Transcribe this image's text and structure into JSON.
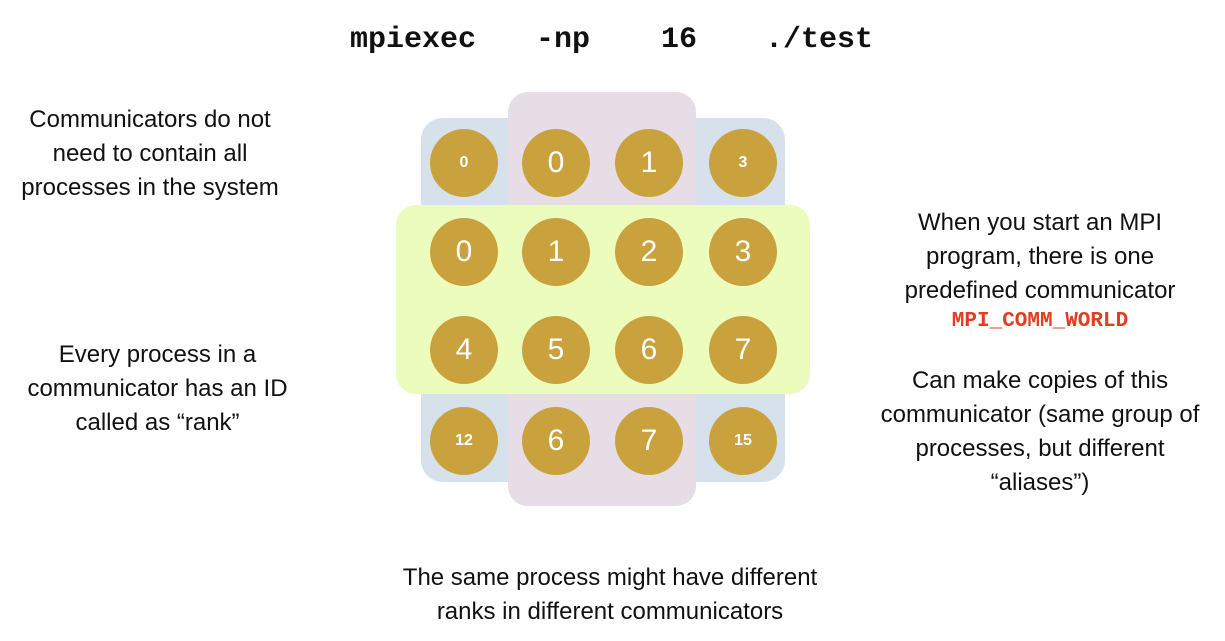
{
  "command": {
    "program": "mpiexec",
    "flag": "-np",
    "count": "16",
    "executable": "./test"
  },
  "notes": {
    "left_top": "Communicators do not\nneed to contain all\nprocesses in the system",
    "left_mid": "Every process in a\ncommunicator has an ID\ncalled as “rank”",
    "right_top": "When you start an MPI\nprogram, there is one\npredefined communicator",
    "right_top_code": "MPI_COMM_WORLD",
    "right_mid": "Can make copies of this\ncommunicator (same group of\nprocesses, but different\n“aliases”)",
    "bottom": "The same process might have different\nranks in different communicators"
  },
  "grid": {
    "row1": [
      "0",
      "0",
      "1",
      "3"
    ],
    "row2": [
      "0",
      "1",
      "2",
      "3"
    ],
    "row3": [
      "4",
      "5",
      "6",
      "7"
    ],
    "row4": [
      "12",
      "6",
      "7",
      "15"
    ]
  },
  "colors": {
    "process_fill": "#c9a23d",
    "outer_group": "#d6e1ec",
    "middle_group": "#e6dde6",
    "world_group": "#ecfcbc",
    "code_highlight": "#e23d1f"
  }
}
